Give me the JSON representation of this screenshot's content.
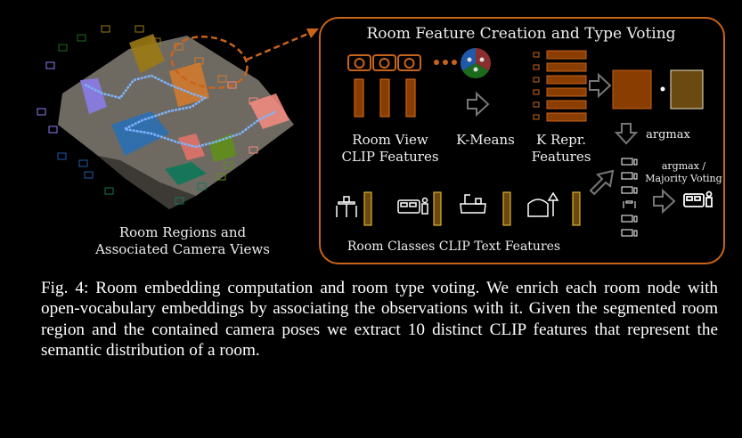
{
  "figure": {
    "left_panel": {
      "label_line1": "Room Regions and",
      "label_line2": "Associated Camera Views"
    },
    "right_panel": {
      "title": "Room Feature Creation and Type Voting",
      "room_view_label_line1": "Room View",
      "room_view_label_line2": "CLIP Features",
      "kmeans_label": "K-Means",
      "k_repr_label_line1": "K Repr.",
      "k_repr_label_line2": "Features",
      "argmax_label": "argmax",
      "voting_label_line1": "argmax /",
      "voting_label_line2": "Majority Voting",
      "room_classes_label": "Room Classes CLIP Text Features",
      "room_classes": [
        "dining-room",
        "bedroom",
        "bathroom",
        "living-room"
      ],
      "votes": [
        "bedroom",
        "bedroom",
        "bedroom",
        "dining-room",
        "bedroom",
        "bedroom"
      ],
      "result": "bedroom"
    },
    "colors": {
      "accent": "#c8641a",
      "feature_fill": "#8a3d00",
      "text_feature_fill": "#6b4a12",
      "cluster_blue": "#1f5aa8",
      "cluster_red": "#8a2e2e",
      "cluster_green": "#1c6b1c"
    }
  },
  "caption": {
    "text": "Fig. 4: Room embedding computation and room type voting. We enrich each room node with open-vocabulary embeddings by associating the observations with it. Given the segmented room region and the contained camera poses we extract 10 distinct CLIP features that represent the semantic distribution of a room."
  }
}
